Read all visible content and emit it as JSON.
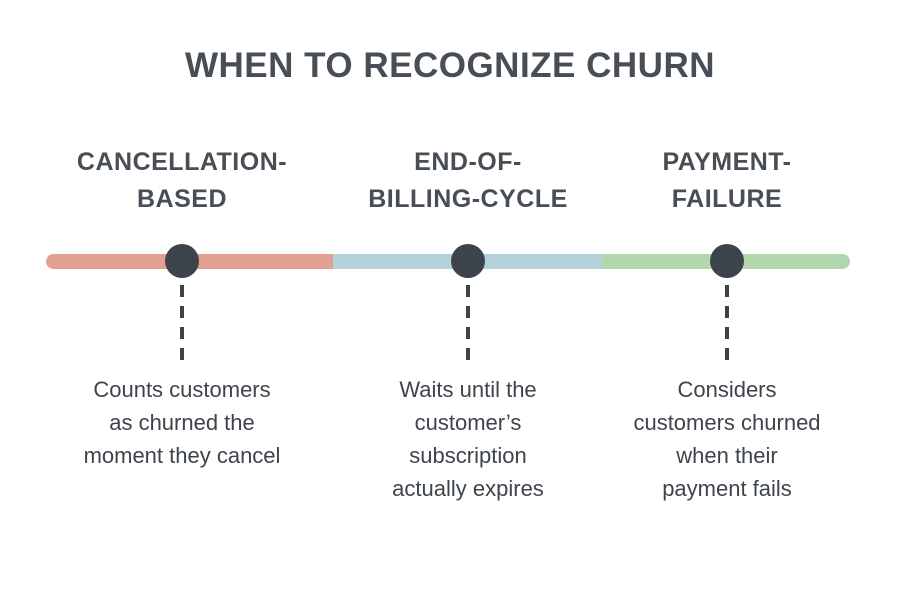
{
  "title": "WHEN TO RECOGNIZE CHURN",
  "colors": {
    "heading_text": "#484e55",
    "body_text": "#3e444b",
    "marker": "#3d434b"
  },
  "timeline": {
    "segments": [
      {
        "name": "cancellation-based",
        "color": "#e2a092"
      },
      {
        "name": "end-of-billing-cycle",
        "color": "#b3d2dc"
      },
      {
        "name": "payment-failure",
        "color": "#b2d6ae"
      }
    ]
  },
  "items": [
    {
      "label": "CANCELLATION-\nBASED",
      "description": "Counts customers\nas churned the\nmoment they cancel"
    },
    {
      "label": "END-OF-\nBILLING-CYCLE",
      "description": "Waits until the\ncustomer’s\nsubscription\nactually expires"
    },
    {
      "label": "PAYMENT-\nFAILURE",
      "description": "Considers\ncustomers churned\nwhen their\npayment fails"
    }
  ]
}
